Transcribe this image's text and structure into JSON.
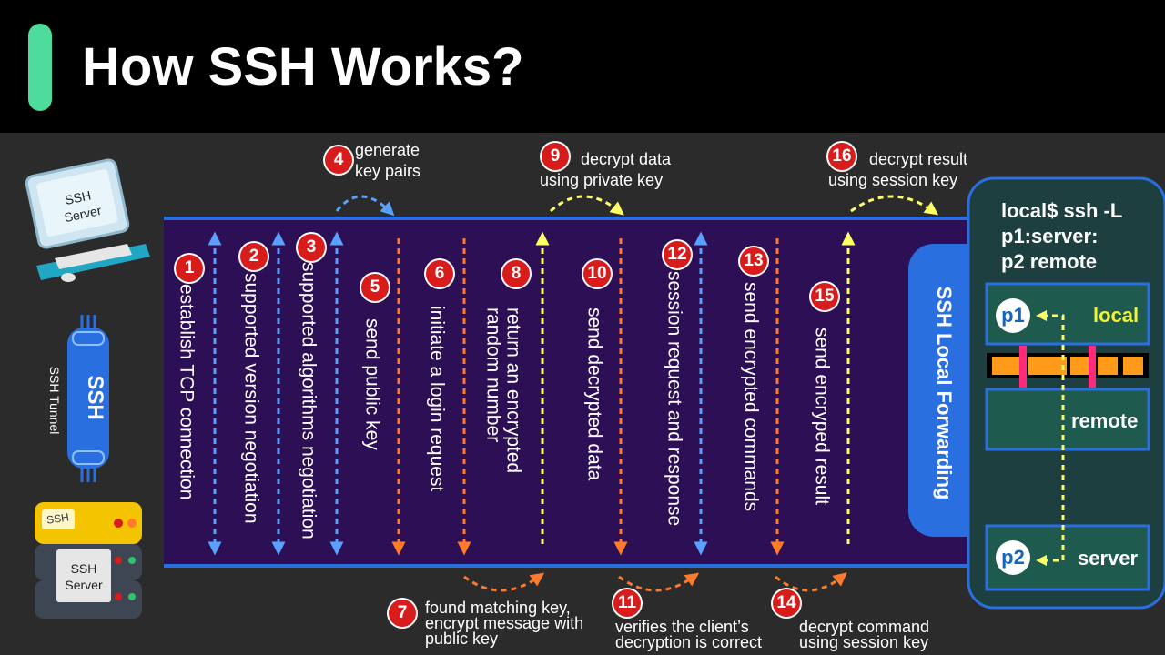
{
  "title": "How SSH Works?",
  "colors": {
    "accent": "#4ddc9c",
    "band": "#2c0f55",
    "line": "#2a6fe0",
    "badge": "#d81b1b"
  },
  "left_panel": {
    "client_label": "SSH\nServer",
    "tunnel_label": "SSH",
    "tunnel_caption": "SSH Tunnel",
    "server_label": "SSH\nServer"
  },
  "steps": [
    {
      "num": "1",
      "text": "establish TCP connection",
      "arrow": "both",
      "color": "blue"
    },
    {
      "num": "2",
      "text": "supported version negotiation",
      "arrow": "both",
      "color": "blue"
    },
    {
      "num": "3",
      "text": "supported algorithms negotiation",
      "arrow": "both",
      "color": "blue"
    },
    {
      "num": "5",
      "text": "send public key",
      "arrow": "down",
      "color": "orange"
    },
    {
      "num": "6",
      "text": "initiate a login request",
      "arrow": "down",
      "color": "orange"
    },
    {
      "num": "8",
      "text": "return an encrypted\nrandom number",
      "arrow": "up",
      "color": "yellow"
    },
    {
      "num": "10",
      "text": "send decrypted data",
      "arrow": "down",
      "color": "orange"
    },
    {
      "num": "12",
      "text": "session request and response",
      "arrow": "both",
      "color": "blue"
    },
    {
      "num": "13",
      "text": "send encrypted commands",
      "arrow": "down",
      "color": "orange"
    },
    {
      "num": "15",
      "text": "send encryped result",
      "arrow": "up",
      "color": "yellow"
    }
  ],
  "top_notes": [
    {
      "num": "4",
      "text": "generate\nkey pairs"
    },
    {
      "num": "9",
      "text": "decrypt data\nusing private key"
    },
    {
      "num": "16",
      "text": "decrypt result\nusing session key"
    }
  ],
  "bottom_notes": [
    {
      "num": "7",
      "text": "found matching key,\nencrypt message with\npublic key"
    },
    {
      "num": "11",
      "text": "verifies the client’s\ndecryption is correct"
    },
    {
      "num": "14",
      "text": "decrypt command\nusing session key"
    }
  ],
  "forwarding": {
    "tab_label": "SSH Local Forwarding",
    "command": "local$ ssh -L\np1:server:\np2 remote",
    "local_label": "local",
    "remote_label": "remote",
    "server_label": "server",
    "p1": "p1",
    "p2": "p2"
  }
}
